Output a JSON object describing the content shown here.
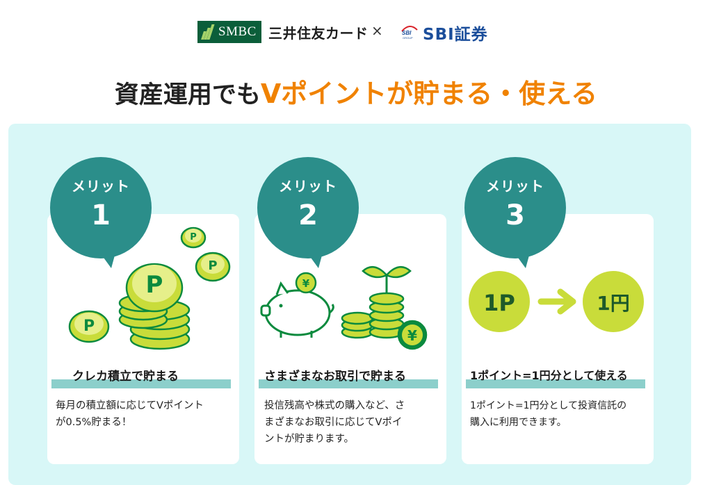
{
  "header": {
    "smbc_logo_text": "SMBC",
    "mitsui_text": "三井住友カード",
    "cross": "×",
    "sbi_text": "SBI証券",
    "sbi_mark_text": "SBI",
    "sbi_sub_text": "GROUP"
  },
  "headline": {
    "prefix": "資産運用でも",
    "highlight": "Vポイントが貯まる・使える"
  },
  "colors": {
    "teal": "#2b8e8a",
    "panel": "#d8f7f7",
    "orange": "#f08200",
    "lime": "#c9dc3a",
    "coin_green": "#0b8a3e"
  },
  "merits": [
    {
      "label": "メリット",
      "number": "1",
      "title": "クレカ積立で貯まる",
      "desc_lines": [
        "毎月の積立額に応じてVポイント",
        "が0.5%貯まる！"
      ],
      "coin_letter": "P"
    },
    {
      "label": "メリット",
      "number": "2",
      "title": "さまざまなお取引で貯まる",
      "desc_lines": [
        "投信残高や株式の購入など、さ",
        "まざまなお取引に応じてVポイ",
        "ントが貯まります。"
      ],
      "yen": "¥"
    },
    {
      "label": "メリット",
      "number": "3",
      "title": "1ポイント=1円分として使える",
      "desc_lines": [
        "1ポイント=1円分として投資信託の",
        "購入に利用できます。"
      ],
      "from": "1P",
      "to": "1円"
    }
  ]
}
